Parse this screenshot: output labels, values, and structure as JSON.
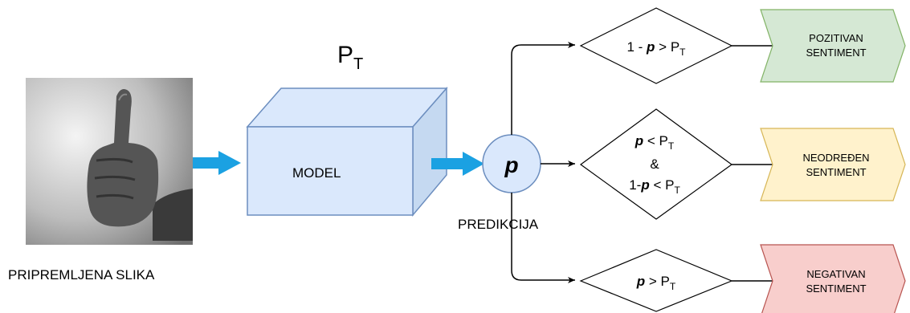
{
  "image_label": "PRIPREMLJENA SLIKA",
  "threshold": {
    "main": "P",
    "sub": "T"
  },
  "model_label": "MODEL",
  "prediction": {
    "symbol": "p",
    "label": "PREDIKCIJA"
  },
  "conditions": {
    "top": {
      "pre": "1 - ",
      "p": "p",
      "op": " > ",
      "P": "P",
      "sub": "T"
    },
    "middle": {
      "line1": {
        "p": "p",
        "op": " < ",
        "P": "P",
        "sub": "T"
      },
      "line2": "&",
      "line3": {
        "pre": "1-",
        "p": "p",
        "op": " < ",
        "P": "P",
        "sub": "T"
      }
    },
    "bottom": {
      "p": "p",
      "op": " > ",
      "P": "P",
      "sub": "T"
    }
  },
  "outcomes": {
    "positive": {
      "line1": "POZITIVAN",
      "line2": "SENTIMENT",
      "fill": "#d5e8d4",
      "stroke": "#82b366"
    },
    "neutral": {
      "line1": "NEODREĐEN",
      "line2": "SENTIMENT",
      "fill": "#fff2cc",
      "stroke": "#d6b656"
    },
    "negative": {
      "line1": "NEGATIVAN",
      "line2": "SENTIMENT",
      "fill": "#f8cecc",
      "stroke": "#b85450"
    }
  },
  "colors": {
    "model_fill": "#dae8fc",
    "model_stroke": "#6c8ebf",
    "arrow_blue": "#1ba1e2"
  }
}
